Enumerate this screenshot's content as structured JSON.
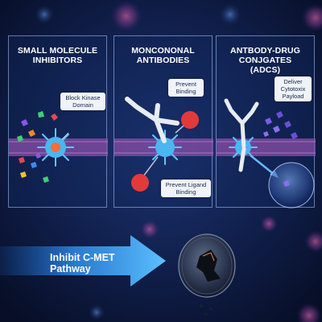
{
  "panels": [
    {
      "title_lines": [
        "SMALL MOLECULE",
        "INHIBITORS"
      ],
      "notes": [
        {
          "lines": [
            "Block Kinase",
            "Domain"
          ]
        }
      ]
    },
    {
      "title_lines": [
        "MONCONONAL",
        "ANTIBODIES"
      ],
      "notes": [
        {
          "lines": [
            "Prevent",
            "Binding"
          ]
        },
        {
          "lines": [
            "Prevent Ligand",
            "Binding"
          ]
        }
      ]
    },
    {
      "title_lines": [
        "ANTBODY-DRUG",
        "CONJGATES",
        "(ADCS)"
      ],
      "notes": [
        {
          "lines": [
            "Deliver",
            "Cytotoxix",
            "Payload"
          ]
        }
      ]
    }
  ],
  "pathway": {
    "label_lines": [
      "Inhibit C-MET",
      "Pathway"
    ]
  },
  "colors": {
    "background": "#0b1536",
    "membrane": "#8a4fa8",
    "receptor": "#5cc8ff",
    "antibody": "#e8ecf2",
    "ligand": "#e23a3a",
    "payload": "#6a4fd6",
    "arrow": "#3aa0f0"
  },
  "icons": [
    "receptor-icon",
    "antibody-icon",
    "ligand-icon",
    "molecule-icon",
    "tumor-cell-icon",
    "arrow-icon"
  ]
}
